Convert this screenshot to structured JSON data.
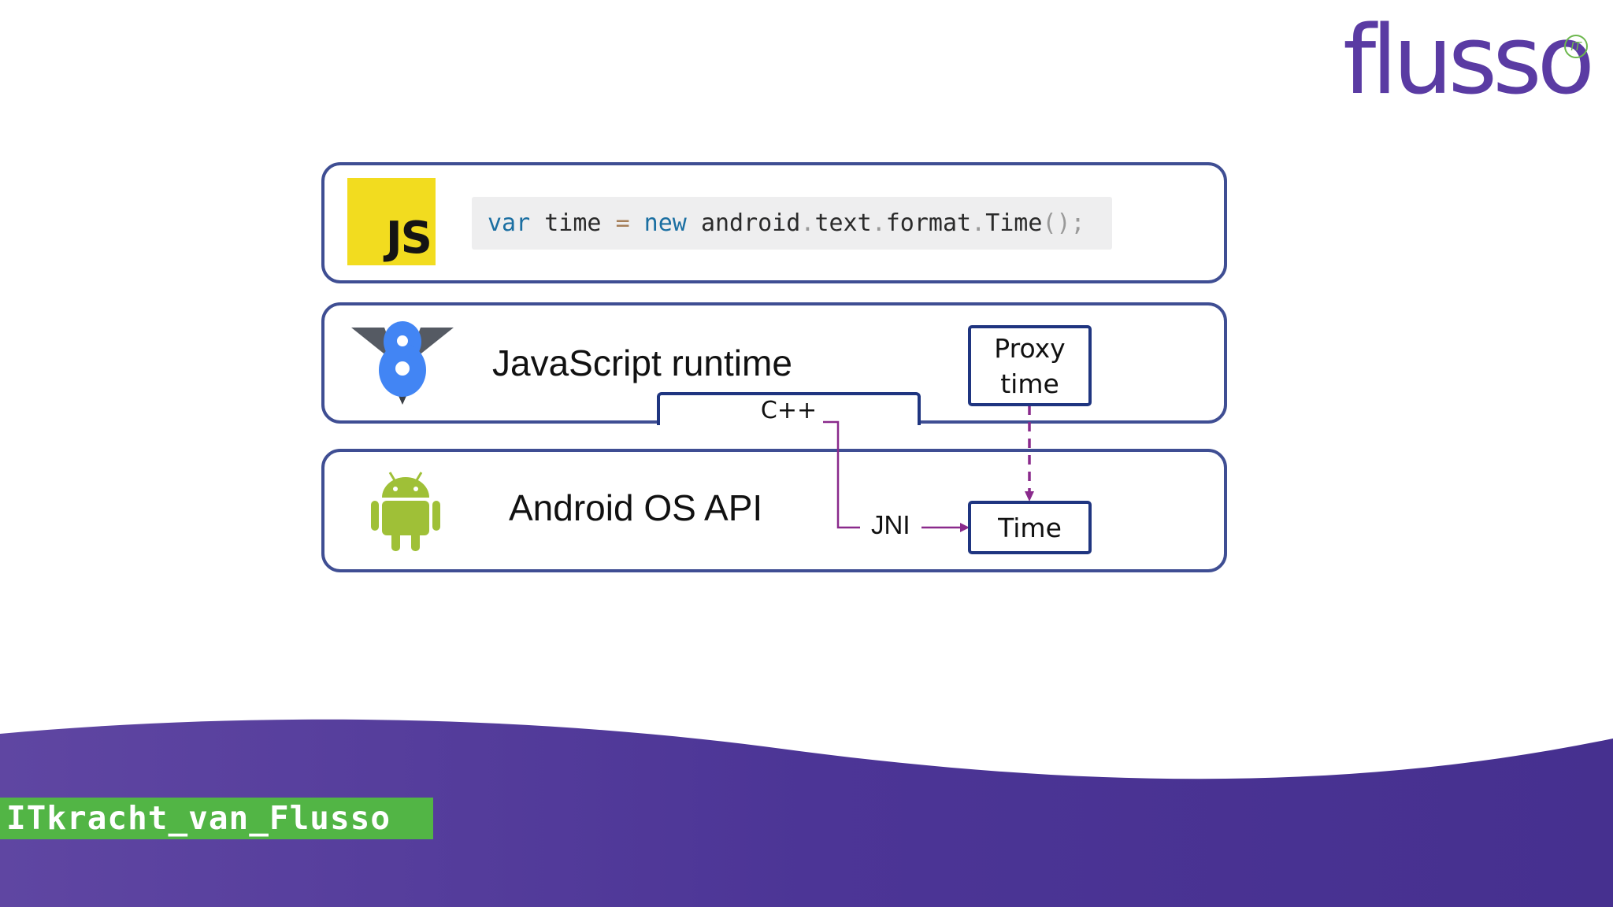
{
  "brand": {
    "name": "flusso",
    "badge": "IT"
  },
  "layers": {
    "js": {
      "logo_text": "JS",
      "code": {
        "var": "var",
        "name": " time ",
        "eq": "=",
        "new": " new ",
        "t1": "android",
        "d1": ".",
        "t2": "text",
        "d2": ".",
        "t3": "format",
        "d3": ".",
        "t4": "Time",
        "tail": "();"
      }
    },
    "runtime": {
      "label": "JavaScript runtime",
      "cpp_label": "C++",
      "proxy_label_1": "Proxy",
      "proxy_label_2": "time"
    },
    "android": {
      "label": "Android OS API",
      "jni_label": "JNI",
      "time_label": "Time"
    }
  },
  "footer": {
    "hashtag": "ITkracht_van_Flusso"
  },
  "colors": {
    "box_border": "#3f4e93",
    "node_border": "#1f3580",
    "arrow": "#8a2a8c",
    "band": "#4f3596",
    "hashtag_bg": "#52b545"
  }
}
